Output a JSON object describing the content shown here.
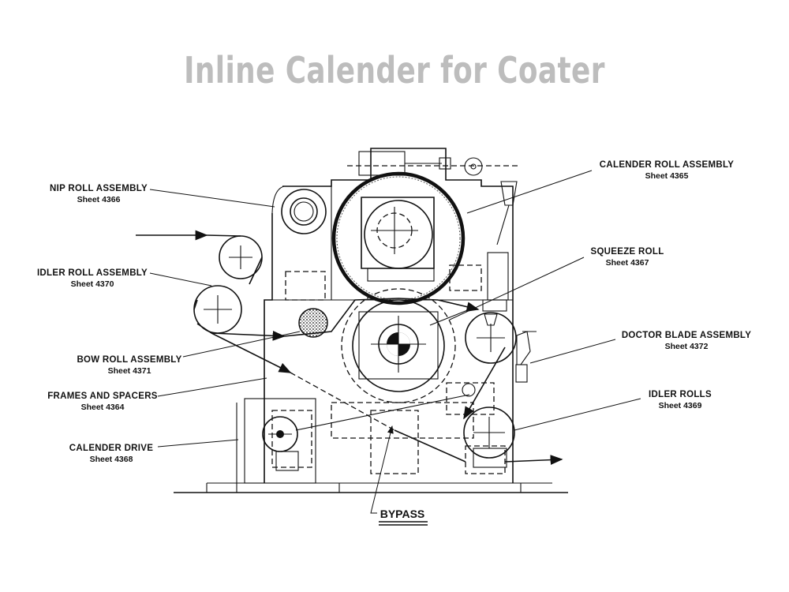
{
  "title": "Inline Calender for Coater",
  "labels": {
    "calender_roll": {
      "name": "CALENDER ROLL ASSEMBLY",
      "sheet": "Sheet 4365"
    },
    "nip_roll": {
      "name": "NIP ROLL ASSEMBLY",
      "sheet": "Sheet 4366"
    },
    "squeeze_roll": {
      "name": "SQUEEZE ROLL",
      "sheet": "Sheet 4367"
    },
    "idler_roll_assembly": {
      "name": "IDLER ROLL ASSEMBLY",
      "sheet": "Sheet 4370"
    },
    "doctor_blade": {
      "name": "DOCTOR BLADE ASSEMBLY",
      "sheet": "Sheet 4372"
    },
    "bow_roll": {
      "name": "BOW ROLL ASSEMBLY",
      "sheet": "Sheet 4371"
    },
    "frames_spacers": {
      "name": "FRAMES AND SPACERS",
      "sheet": "Sheet 4364"
    },
    "idler_rolls": {
      "name": "IDLER ROLLS",
      "sheet": "Sheet 4369"
    },
    "calender_drive": {
      "name": "CALENDER DRIVE",
      "sheet": "Sheet 4368"
    },
    "bypass": "BYPASS"
  }
}
